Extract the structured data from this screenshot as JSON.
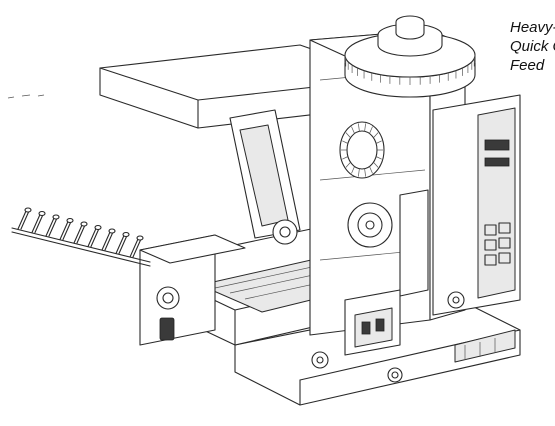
{
  "caption": {
    "lines": [
      "Heavy-Duty",
      "Quick Change",
      "Feed"
    ]
  },
  "colors": {
    "line": "#2a2a2a",
    "background": "#ffffff",
    "text": "#111111"
  },
  "icons": {
    "illustration": "crimping-applicator-line-drawing"
  }
}
